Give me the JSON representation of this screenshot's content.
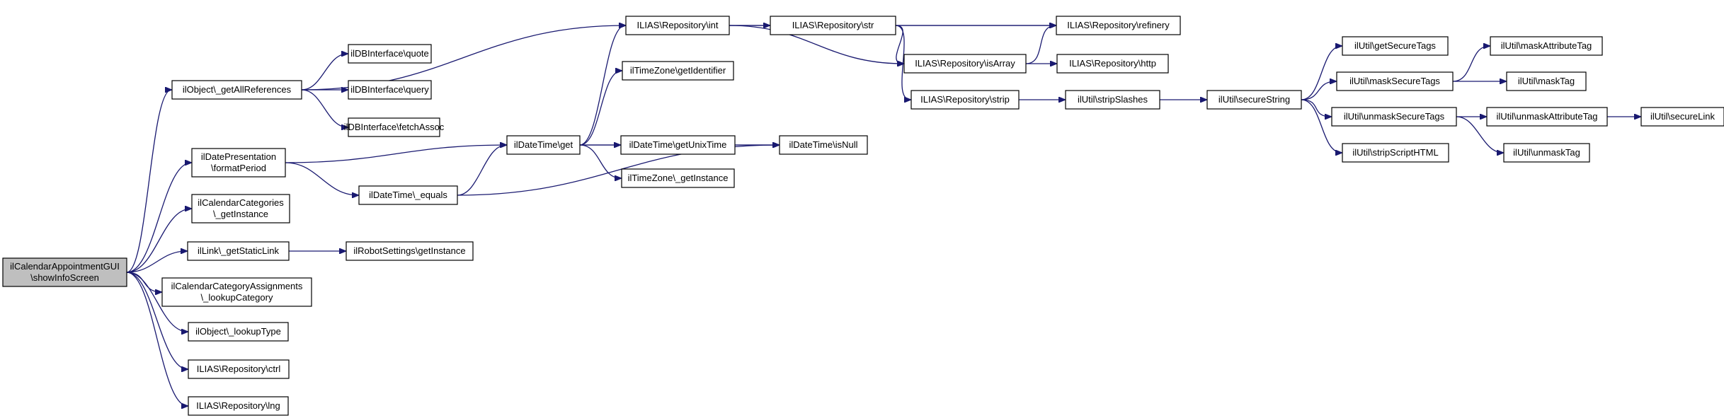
{
  "diagram": {
    "colors": {
      "edge": "#191970",
      "node_fill": "#ffffff",
      "root_fill": "#bfbfbf",
      "border": "#000000"
    },
    "nodes": [
      {
        "id": "root",
        "lines": [
          "ilCalendarAppointmentGUI",
          "\\showInfoScreen"
        ],
        "root": true
      },
      {
        "id": "getAllRefs",
        "lines": [
          "ilObject\\_getAllReferences"
        ]
      },
      {
        "id": "formatPeriod",
        "lines": [
          "ilDatePresentation",
          "\\formatPeriod"
        ]
      },
      {
        "id": "calCatGetInstance",
        "lines": [
          "ilCalendarCategories",
          "\\_getInstance"
        ]
      },
      {
        "id": "getStaticLink",
        "lines": [
          "ilLink\\_getStaticLink"
        ]
      },
      {
        "id": "lookupCategory",
        "lines": [
          "ilCalendarCategoryAssignments",
          "\\_lookupCategory"
        ]
      },
      {
        "id": "lookupType",
        "lines": [
          "ilObject\\_lookupType"
        ]
      },
      {
        "id": "repoCtrl",
        "lines": [
          "ILIAS\\Repository\\ctrl"
        ]
      },
      {
        "id": "repoLng",
        "lines": [
          "ILIAS\\Repository\\lng"
        ]
      },
      {
        "id": "dbQuote",
        "lines": [
          "ilDBInterface\\quote"
        ]
      },
      {
        "id": "dbQuery",
        "lines": [
          "ilDBInterface\\query"
        ]
      },
      {
        "id": "dbFetch",
        "lines": [
          "ilDBInterface\\fetchAssoc"
        ]
      },
      {
        "id": "dtEquals",
        "lines": [
          "ilDateTime\\_equals"
        ]
      },
      {
        "id": "robotSettings",
        "lines": [
          "ilRobotSettings\\getInstance"
        ]
      },
      {
        "id": "dtGet",
        "lines": [
          "ilDateTime\\get"
        ]
      },
      {
        "id": "repoInt",
        "lines": [
          "ILIAS\\Repository\\int"
        ]
      },
      {
        "id": "tzGetIdentifier",
        "lines": [
          "ilTimeZone\\getIdentifier"
        ]
      },
      {
        "id": "dtGetUnixTime",
        "lines": [
          "ilDateTime\\getUnixTime"
        ]
      },
      {
        "id": "tzGetInstance",
        "lines": [
          "ilTimeZone\\_getInstance"
        ]
      },
      {
        "id": "dtIsNull",
        "lines": [
          "ilDateTime\\isNull"
        ]
      },
      {
        "id": "repoStr",
        "lines": [
          "ILIAS\\Repository\\str"
        ]
      },
      {
        "id": "repoRefinery",
        "lines": [
          "ILIAS\\Repository\\refinery"
        ]
      },
      {
        "id": "repoIsArray",
        "lines": [
          "ILIAS\\Repository\\isArray"
        ]
      },
      {
        "id": "repoHttp",
        "lines": [
          "ILIAS\\Repository\\http"
        ]
      },
      {
        "id": "repoStrip",
        "lines": [
          "ILIAS\\Repository\\strip"
        ]
      },
      {
        "id": "stripSlashes",
        "lines": [
          "ilUtil\\stripSlashes"
        ]
      },
      {
        "id": "secureString",
        "lines": [
          "ilUtil\\secureString"
        ]
      },
      {
        "id": "getSecureTags",
        "lines": [
          "ilUtil\\getSecureTags"
        ]
      },
      {
        "id": "maskSecureTags",
        "lines": [
          "ilUtil\\maskSecureTags"
        ]
      },
      {
        "id": "unmaskSecureTags",
        "lines": [
          "ilUtil\\unmaskSecureTags"
        ]
      },
      {
        "id": "stripScriptHTML",
        "lines": [
          "ilUtil\\stripScriptHTML"
        ]
      },
      {
        "id": "maskAttributeTag",
        "lines": [
          "ilUtil\\maskAttributeTag"
        ]
      },
      {
        "id": "maskTag",
        "lines": [
          "ilUtil\\maskTag"
        ]
      },
      {
        "id": "unmaskAttributeTag",
        "lines": [
          "ilUtil\\unmaskAttributeTag"
        ]
      },
      {
        "id": "unmaskTag",
        "lines": [
          "ilUtil\\unmaskTag"
        ]
      },
      {
        "id": "secureLink",
        "lines": [
          "ilUtil\\secureLink"
        ]
      }
    ],
    "edges": [
      [
        "root",
        "getAllRefs"
      ],
      [
        "root",
        "formatPeriod"
      ],
      [
        "root",
        "calCatGetInstance"
      ],
      [
        "root",
        "getStaticLink"
      ],
      [
        "root",
        "lookupCategory"
      ],
      [
        "root",
        "lookupType"
      ],
      [
        "root",
        "repoCtrl"
      ],
      [
        "root",
        "repoLng"
      ],
      [
        "getAllRefs",
        "repoInt"
      ],
      [
        "getAllRefs",
        "dbQuote"
      ],
      [
        "getAllRefs",
        "dbQuery"
      ],
      [
        "getAllRefs",
        "dbFetch"
      ],
      [
        "formatPeriod",
        "dtGet"
      ],
      [
        "formatPeriod",
        "dtEquals"
      ],
      [
        "getStaticLink",
        "robotSettings"
      ],
      [
        "dtEquals",
        "dtGet"
      ],
      [
        "dtEquals",
        "dtIsNull"
      ],
      [
        "dtGet",
        "repoInt"
      ],
      [
        "dtGet",
        "tzGetIdentifier"
      ],
      [
        "dtGet",
        "dtGetUnixTime"
      ],
      [
        "dtGet",
        "tzGetInstance"
      ],
      [
        "dtGet",
        "dtIsNull"
      ],
      [
        "dtGetUnixTime",
        "dtIsNull"
      ],
      [
        "repoInt",
        "repoRefinery"
      ],
      [
        "repoInt",
        "repoStr"
      ],
      [
        "repoInt",
        "repoIsArray"
      ],
      [
        "repoStr",
        "repoRefinery"
      ],
      [
        "repoStr",
        "repoIsArray"
      ],
      [
        "repoStr",
        "repoStrip"
      ],
      [
        "repoIsArray",
        "repoRefinery"
      ],
      [
        "repoIsArray",
        "repoHttp"
      ],
      [
        "repoStrip",
        "stripSlashes"
      ],
      [
        "stripSlashes",
        "secureString"
      ],
      [
        "secureString",
        "getSecureTags"
      ],
      [
        "secureString",
        "maskSecureTags"
      ],
      [
        "secureString",
        "unmaskSecureTags"
      ],
      [
        "secureString",
        "stripScriptHTML"
      ],
      [
        "maskSecureTags",
        "maskAttributeTag"
      ],
      [
        "maskSecureTags",
        "maskTag"
      ],
      [
        "unmaskSecureTags",
        "unmaskAttributeTag"
      ],
      [
        "unmaskSecureTags",
        "unmaskTag"
      ],
      [
        "unmaskAttributeTag",
        "secureLink"
      ]
    ]
  }
}
